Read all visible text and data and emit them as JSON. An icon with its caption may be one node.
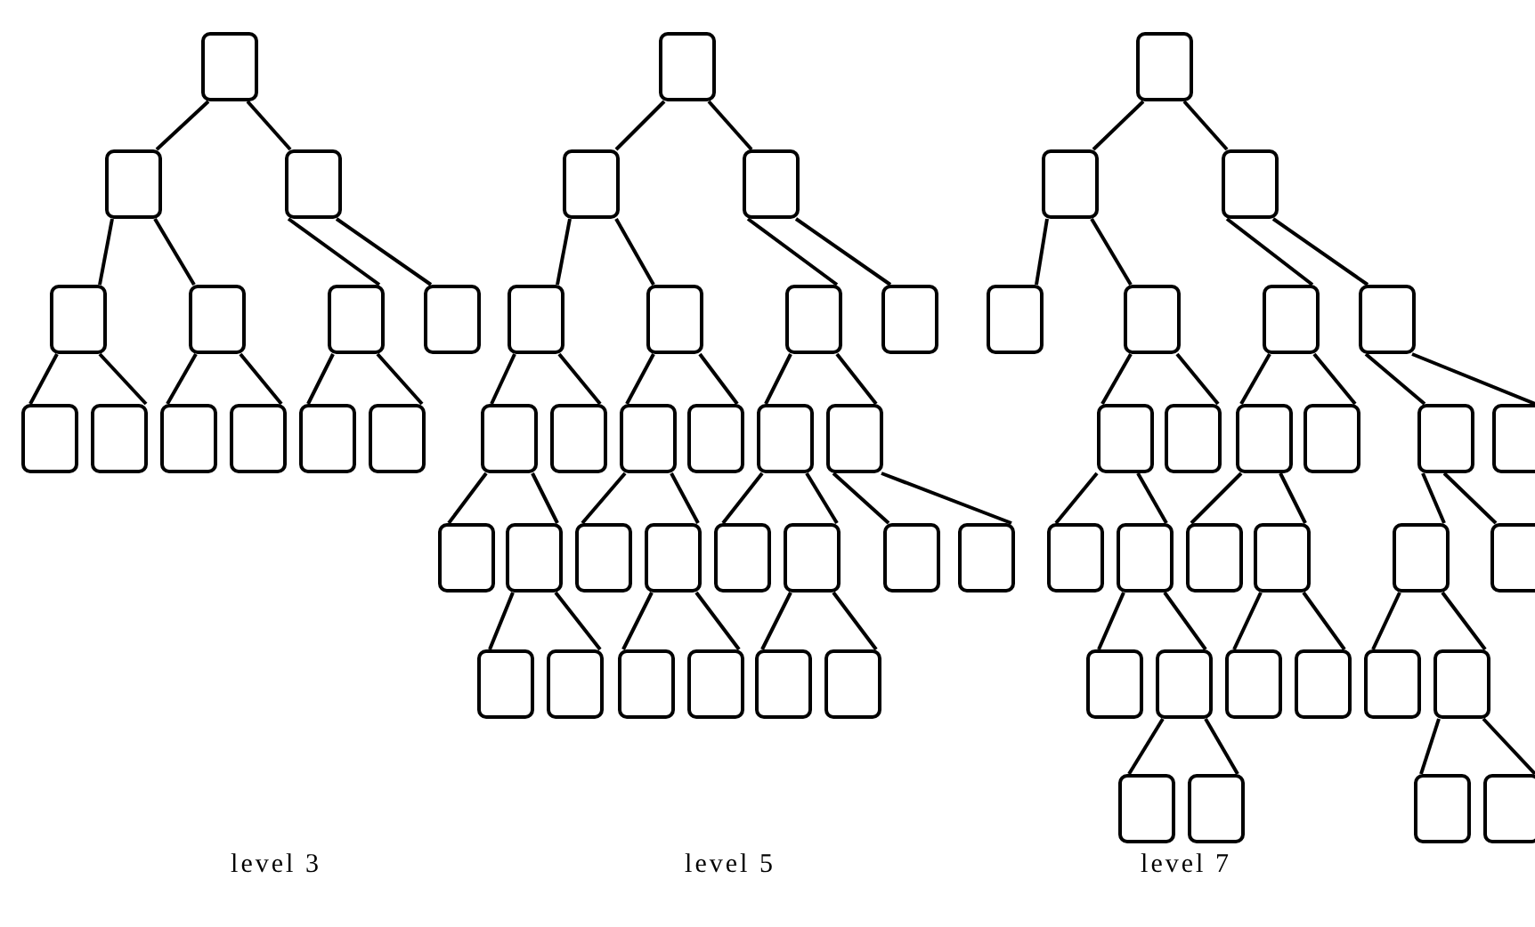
{
  "diagram": {
    "nodes": [
      {
        "text": [],
        "shape": "box"
      },
      {
        "text": [],
        "shape": "box"
      },
      {
        "text": [],
        "shape": "box"
      },
      {
        "text": [],
        "shape": "box"
      },
      {
        "text": [],
        "shape": "box"
      },
      {
        "text": [],
        "shape": "box"
      },
      {
        "text": [],
        "shape": "box"
      },
      {
        "text": [],
        "shape": "box"
      },
      {
        "text": [],
        "shape": "box"
      },
      {
        "text": [],
        "shape": "box"
      },
      {
        "text": [],
        "shape": "box"
      },
      {
        "text": [],
        "shape": "box"
      },
      {
        "text": [],
        "shape": "box"
      },
      {
        "text": [],
        "shape": "box"
      },
      {
        "text": [],
        "shape": "box"
      },
      {
        "text": [],
        "shape": "box"
      },
      {
        "text": [],
        "shape": "box"
      },
      {
        "text": [],
        "shape": "box"
      },
      {
        "text": [],
        "shape": "box"
      },
      {
        "text": [],
        "shape": "box"
      },
      {
        "text": [],
        "shape": "box"
      },
      {
        "text": [],
        "shape": "box"
      },
      {
        "text": [],
        "shape": "box"
      },
      {
        "text": [],
        "shape": "box"
      },
      {
        "text": [],
        "shape": "box"
      },
      {
        "text": [],
        "shape": "box"
      },
      {
        "text": [],
        "shape": "box"
      },
      {
        "text": [],
        "shape": "box"
      },
      {
        "text": [],
        "shape": "box"
      },
      {
        "text": [],
        "shape": "box"
      },
      {
        "text": [],
        "shape": "box"
      },
      {
        "text": [],
        "shape": "box"
      },
      {
        "text": [],
        "shape": "box"
      },
      {
        "text": [],
        "shape": "box"
      },
      {
        "text": [],
        "shape": "box"
      },
      {
        "text": [],
        "shape": "box"
      },
      {
        "text": [],
        "shape": "box"
      },
      {
        "text": [],
        "shape": "box"
      },
      {
        "text": [],
        "shape": "box"
      },
      {
        "text": [],
        "shape": "box"
      },
      {
        "text": [],
        "shape": "box"
      },
      {
        "text": [],
        "shape": "box"
      },
      {
        "text": [],
        "shape": "box"
      },
      {
        "text": [],
        "shape": "box"
      },
      {
        "text": [],
        "shape": "box"
      },
      {
        "text": [],
        "shape": "box"
      },
      {
        "text": [],
        "shape": "box"
      },
      {
        "text": [],
        "shape": "box"
      },
      {
        "text": [],
        "shape": "box"
      },
      {
        "text": [],
        "shape": "box"
      },
      {
        "text": [],
        "shape": "box"
      },
      {
        "text": [],
        "shape": "box"
      },
      {
        "text": [],
        "shape": "box"
      },
      {
        "text": [],
        "shape": "box"
      },
      {
        "text": [],
        "shape": "box"
      },
      {
        "text": [],
        "shape": "box"
      },
      {
        "text": [],
        "shape": "box"
      },
      {
        "text": [],
        "shape": "box"
      },
      {
        "text": [],
        "shape": "box"
      },
      {
        "text": [],
        "shape": "box"
      },
      {
        "text": [],
        "shape": "box"
      },
      {
        "text": [],
        "shape": "box"
      },
      {
        "text": [],
        "shape": "box"
      },
      {
        "text": [],
        "shape": "box"
      },
      {
        "text": [],
        "shape": "box"
      },
      {
        "text": [],
        "shape": "box"
      },
      {
        "text": [],
        "shape": "box"
      },
      {
        "text": [],
        "shape": "box"
      },
      {
        "text": [],
        "shape": "box"
      }
    ],
    "edges": [
      {
        "from": 0,
        "to": 1,
        "arrow": "none"
      },
      {
        "from": 0,
        "to": 2,
        "arrow": "none"
      },
      {
        "from": 1,
        "to": 3,
        "arrow": "none"
      },
      {
        "from": 1,
        "to": 4,
        "arrow": "none"
      },
      {
        "from": 2,
        "to": 5,
        "arrow": "none"
      },
      {
        "from": 2,
        "to": 6,
        "arrow": "none"
      },
      {
        "from": 3,
        "to": 7,
        "arrow": "none"
      },
      {
        "from": 3,
        "to": 8,
        "arrow": "none"
      },
      {
        "from": 4,
        "to": 9,
        "arrow": "none"
      },
      {
        "from": 4,
        "to": 10,
        "arrow": "none"
      },
      {
        "from": 5,
        "to": 11,
        "arrow": "none"
      },
      {
        "from": 5,
        "to": 12,
        "arrow": "none"
      },
      {
        "from": 13,
        "to": 14,
        "arrow": "none"
      },
      {
        "from": 13,
        "to": 15,
        "arrow": "none"
      },
      {
        "from": 14,
        "to": 16,
        "arrow": "none"
      },
      {
        "from": 14,
        "to": 17,
        "arrow": "none"
      },
      {
        "from": 15,
        "to": 18,
        "arrow": "none"
      },
      {
        "from": 15,
        "to": 19,
        "arrow": "none"
      },
      {
        "from": 16,
        "to": 20,
        "arrow": "none"
      },
      {
        "from": 16,
        "to": 21,
        "arrow": "none"
      },
      {
        "from": 17,
        "to": 22,
        "arrow": "none"
      },
      {
        "from": 17,
        "to": 23,
        "arrow": "none"
      },
      {
        "from": 18,
        "to": 24,
        "arrow": "none"
      },
      {
        "from": 18,
        "to": 25,
        "arrow": "none"
      },
      {
        "from": 20,
        "to": 26,
        "arrow": "none"
      },
      {
        "from": 20,
        "to": 27,
        "arrow": "none"
      },
      {
        "from": 22,
        "to": 28,
        "arrow": "none"
      },
      {
        "from": 22,
        "to": 29,
        "arrow": "none"
      },
      {
        "from": 24,
        "to": 30,
        "arrow": "none"
      },
      {
        "from": 24,
        "to": 31,
        "arrow": "none"
      },
      {
        "from": 25,
        "to": 32,
        "arrow": "none"
      },
      {
        "from": 25,
        "to": 33,
        "arrow": "none"
      },
      {
        "from": 27,
        "to": 34,
        "arrow": "none"
      },
      {
        "from": 27,
        "to": 35,
        "arrow": "none"
      },
      {
        "from": 29,
        "to": 36,
        "arrow": "none"
      },
      {
        "from": 29,
        "to": 37,
        "arrow": "none"
      },
      {
        "from": 31,
        "to": 38,
        "arrow": "none"
      },
      {
        "from": 31,
        "to": 39,
        "arrow": "none"
      },
      {
        "from": 40,
        "to": 41,
        "arrow": "none"
      },
      {
        "from": 40,
        "to": 42,
        "arrow": "none"
      },
      {
        "from": 41,
        "to": 43,
        "arrow": "none"
      },
      {
        "from": 41,
        "to": 44,
        "arrow": "none"
      },
      {
        "from": 42,
        "to": 45,
        "arrow": "none"
      },
      {
        "from": 42,
        "to": 46,
        "arrow": "none"
      },
      {
        "from": 44,
        "to": 47,
        "arrow": "none"
      },
      {
        "from": 44,
        "to": 48,
        "arrow": "none"
      },
      {
        "from": 45,
        "to": 49,
        "arrow": "none"
      },
      {
        "from": 45,
        "to": 50,
        "arrow": "none"
      },
      {
        "from": 46,
        "to": 51,
        "arrow": "none"
      },
      {
        "from": 46,
        "to": 52,
        "arrow": "none"
      },
      {
        "from": 47,
        "to": 53,
        "arrow": "none"
      },
      {
        "from": 47,
        "to": 54,
        "arrow": "none"
      },
      {
        "from": 49,
        "to": 55,
        "arrow": "none"
      },
      {
        "from": 49,
        "to": 56,
        "arrow": "none"
      },
      {
        "from": 51,
        "to": 57,
        "arrow": "none"
      },
      {
        "from": 51,
        "to": 58,
        "arrow": "none"
      },
      {
        "from": 54,
        "to": 59,
        "arrow": "none"
      },
      {
        "from": 54,
        "to": 60,
        "arrow": "none"
      },
      {
        "from": 56,
        "to": 61,
        "arrow": "none"
      },
      {
        "from": 56,
        "to": 62,
        "arrow": "none"
      },
      {
        "from": 57,
        "to": 63,
        "arrow": "none"
      },
      {
        "from": 57,
        "to": 64,
        "arrow": "none"
      },
      {
        "from": 60,
        "to": 65,
        "arrow": "none"
      },
      {
        "from": 60,
        "to": 66,
        "arrow": "none"
      },
      {
        "from": 64,
        "to": 67,
        "arrow": "none"
      },
      {
        "from": 64,
        "to": 68,
        "arrow": "none"
      }
    ],
    "labels": [
      "level 3",
      "level 5",
      "level 7"
    ]
  }
}
